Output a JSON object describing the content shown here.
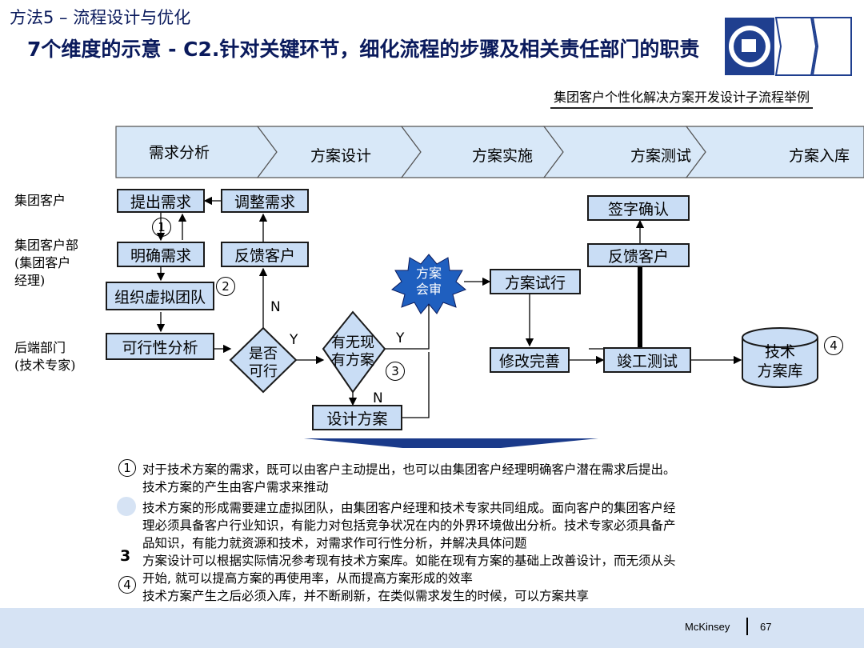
{
  "header": {
    "section_title": "方法5 – 流程设计与优化",
    "main_title": "7个维度的示意 - C2.针对关键环节，细化流程的步骤及相关责任部门的职责",
    "subtitle": "集团客户个性化解决方案开发设计子流程举例"
  },
  "phases": [
    "需求分析",
    "方案设计",
    "方案实施",
    "方案测试",
    "方案入库"
  ],
  "lanes": {
    "customer": "集团客户",
    "dept": "集团客户部\n(集团客户\n经理)",
    "backend": "后端部门\n(技术专家)"
  },
  "boxes": {
    "propose": "提出需求",
    "adjust": "调整需求",
    "clarify": "明确需求",
    "feedback1": "反馈客户",
    "team": "组织虚拟团队",
    "feasibility": "可行性分析",
    "design": "设计方案",
    "trial": "方案试行",
    "improve": "修改完善",
    "acceptance": "竣工测试",
    "feedback2": "反馈客户",
    "signoff": "签字确认",
    "review_line1": "方案",
    "review_line2": "会审",
    "library_line1": "技术",
    "library_line2": "方案库"
  },
  "decisions": {
    "feasible_line1": "是否",
    "feasible_line2": "可行",
    "existing_line1": "有无现",
    "existing_line2": "有方案"
  },
  "flow_labels": {
    "n1": "N",
    "y1": "Y",
    "y2": "Y",
    "n2": "N"
  },
  "markers": {
    "m1": "1",
    "m2": "2",
    "m3": "3",
    "m4": "4"
  },
  "notes": [
    {
      "marker": "1",
      "lines": [
        "对于技术方案的需求，既可以由客户主动提出，也可以由集团客户经理明确客户潜在需求后提出。",
        "技术方案的产生由客户需求来推动"
      ]
    },
    {
      "marker": "",
      "lines": [
        "技术方案的形成需要建立虚拟团队，由集团客户经理和技术专家共同组成。面向客户的集团客户经",
        "理必须具备客户行业知识，有能力对包括竞争状况在内的外界环境做出分析。技术专家必须具备产",
        "品知识，有能力就资源和技术，对需求作可行性分析，并解决具体问题"
      ]
    },
    {
      "marker": "3",
      "lines": [
        "方案设计可以根据实际情况参考现有技术方案库。如能在现有方案的基础上改善设计，而无须从头",
        "开始, 就可以提高方案的再使用率，从而提高方案形成的效率"
      ]
    },
    {
      "marker": "4",
      "lines": [
        "技术方案产生之后必须入库，并不断刷新，在类似需求发生的时候，可以方案共享"
      ]
    }
  ],
  "footer": {
    "brand": "McKinsey",
    "page": "67"
  },
  "colors": {
    "box_fill": "#c9ddf5",
    "title": "#0a1a5c",
    "arrow_band": "#d8e8f8",
    "logo": "#1f3f8f"
  }
}
